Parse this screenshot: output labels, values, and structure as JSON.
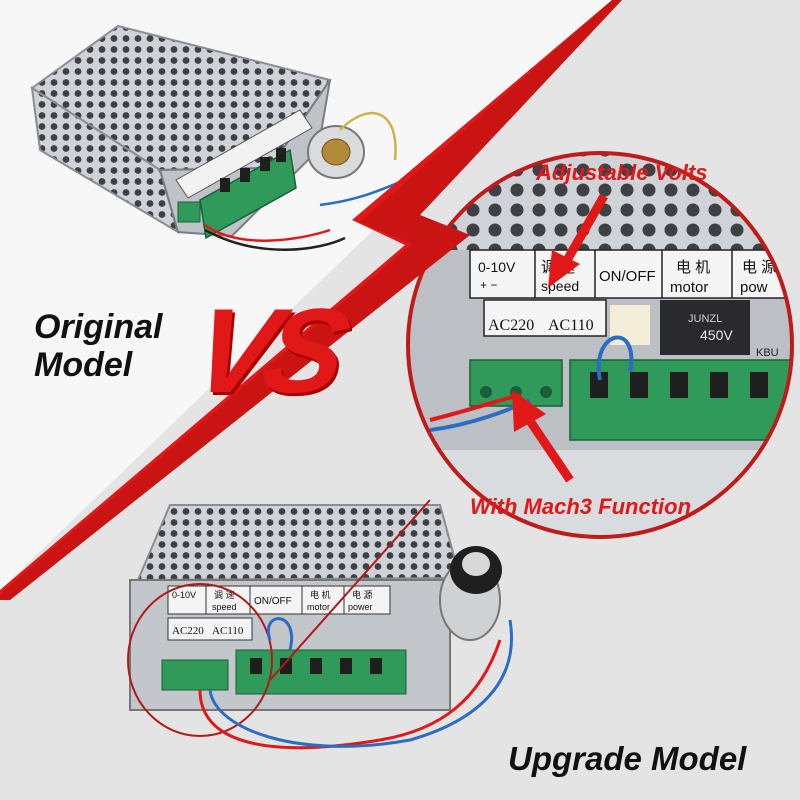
{
  "colors": {
    "accent_red": "#e01818",
    "terminal_green": "#2f9a5a",
    "psu_silver": "#c8ccd0",
    "background_gray": "#e6e6e6"
  },
  "labels": {
    "original_line1": "Original",
    "original_line2": "Model",
    "vs": "VS",
    "upgrade": "Upgrade Model",
    "adjustable_volts": "Adjustable Volts",
    "mach3": "With Mach3  Function"
  },
  "panel": {
    "range": "0-10V",
    "polarity": "+   −",
    "speed_cn": "调 速",
    "speed_en": "speed",
    "on_off": "ON/OFF",
    "motor_cn": "电 机",
    "motor_en": "motor",
    "power_cn": "电 源",
    "power_en": "power",
    "ac220": "AC220",
    "ac110": "AC110",
    "zoom_power_partial": "pow",
    "capacitor_text": "450V",
    "capacitor_brand": "JUNZL",
    "kbu": "KBU"
  }
}
